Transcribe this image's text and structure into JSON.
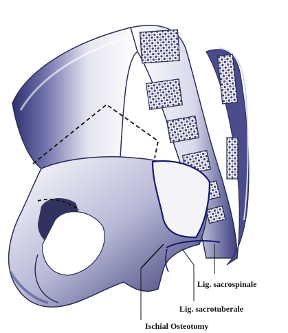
{
  "labels": {
    "sacrospinale": "Lig. sacrospinale",
    "sacrotuberale": "Lig. sacrotuberale",
    "ischial_osteotomy": "Ischial Osteotomy"
  },
  "colors": {
    "bone_shade": "#5a5c99",
    "bone_light": "#e8e8f2",
    "outline": "#2a2c55",
    "cut_line": "#141a6e"
  }
}
